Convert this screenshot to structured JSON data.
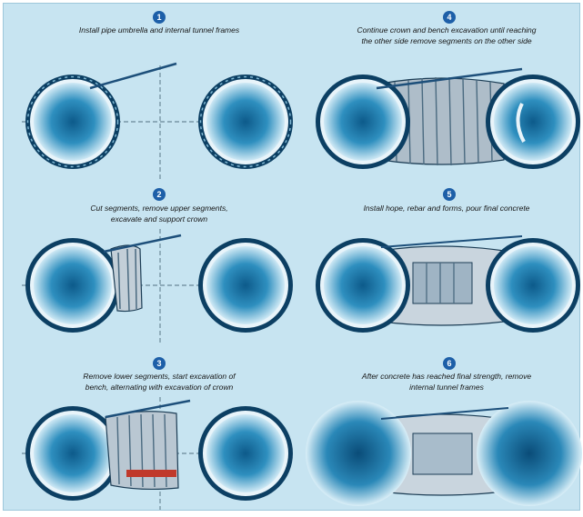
{
  "colors": {
    "background": "#c7e4f1",
    "tube_outer": "#0c3f63",
    "tube_inner": "#1c7fb0",
    "badge": "#1d5fa8"
  },
  "steps": [
    {
      "number": "1",
      "caption": [
        "Install pipe umbrella and internal tunnel frames"
      ]
    },
    {
      "number": "2",
      "caption": [
        "Cut segments, remove upper segments,",
        "excavate and support crown"
      ]
    },
    {
      "number": "3",
      "caption": [
        "Remove lower segments, start excavation of",
        "bench, alternating with excavation of crown"
      ]
    },
    {
      "number": "4",
      "caption": [
        "Continue crown and bench excavation until reaching",
        "the other side remove segments on the other side"
      ]
    },
    {
      "number": "5",
      "caption": [
        "Install hope, rebar and forms, pour final concrete"
      ]
    },
    {
      "number": "6",
      "caption": [
        "After concrete has reached final strength, remove",
        "internal tunnel frames"
      ]
    }
  ]
}
